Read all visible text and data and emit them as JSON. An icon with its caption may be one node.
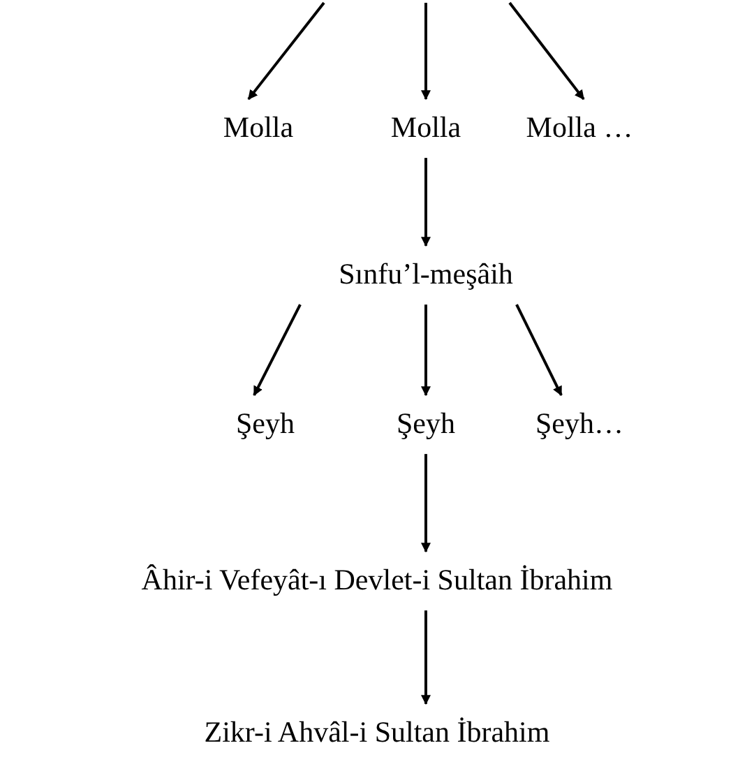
{
  "diagram": {
    "nodes": [
      {
        "text": [
          "Molla"
        ]
      },
      {
        "text": [
          "Molla"
        ]
      },
      {
        "text": [
          "Molla …"
        ]
      },
      {
        "text": [
          "Sınfu’l-meşâih"
        ]
      },
      {
        "text": [
          "Şeyh"
        ]
      },
      {
        "text": [
          "Şeyh"
        ]
      },
      {
        "text": [
          "Şeyh…"
        ]
      },
      {
        "text": [
          "Âhir-i Vefeyât-ı Devlet-i Sultan İbrahim"
        ]
      },
      {
        "text": [
          "Zikr-i Ahvâl-i Sultan İbrahim"
        ]
      }
    ],
    "edges": [
      {
        "from": null,
        "to": 0,
        "arrow": "to"
      },
      {
        "from": null,
        "to": 1,
        "arrow": "to"
      },
      {
        "from": null,
        "to": 2,
        "arrow": "to"
      },
      {
        "from": 1,
        "to": 3,
        "arrow": "to"
      },
      {
        "from": 3,
        "to": 4,
        "arrow": "to"
      },
      {
        "from": 3,
        "to": 5,
        "arrow": "to"
      },
      {
        "from": 3,
        "to": 6,
        "arrow": "to"
      },
      {
        "from": 5,
        "to": 7,
        "arrow": "to"
      },
      {
        "from": 7,
        "to": 8,
        "arrow": "to"
      }
    ]
  }
}
